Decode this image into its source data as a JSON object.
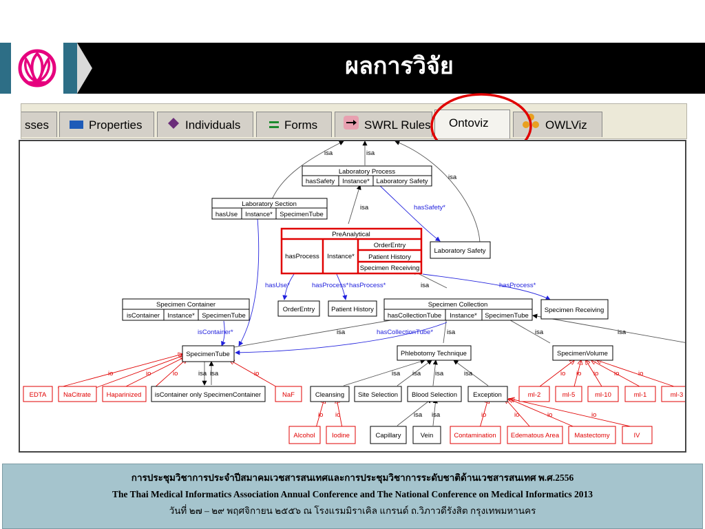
{
  "header": {
    "title": "ผลการวิจัย"
  },
  "tabs": [
    {
      "label": "sses",
      "icon": "none"
    },
    {
      "label": "Properties",
      "icon": "blue-square-icon"
    },
    {
      "label": "Individuals",
      "icon": "purple-diamond-icon"
    },
    {
      "label": "Forms",
      "icon": "green-bars-icon"
    },
    {
      "label": "SWRL Rules",
      "icon": "arrow-icon"
    },
    {
      "label": "Ontoviz",
      "icon": "none"
    },
    {
      "label": "OWLViz",
      "icon": "owlviz-icon"
    }
  ],
  "colors": {
    "highlight": "#e00000",
    "edge_blue": "#2222dd",
    "header_bg": "#000000",
    "accent": "#2d6e86",
    "footer_bg": "#a5c4cd"
  },
  "nodes": {
    "laboratory_process": {
      "title": "Laboratory Process",
      "c1": "hasSafety",
      "c2": "Instance*",
      "c3": "Laboratory Safety"
    },
    "laboratory_section": {
      "title": "Laboratory Section",
      "c1": "hasUse",
      "c2": "Instance*",
      "c3": "SpecimenTube"
    },
    "preanalytical": {
      "title": "PreAnalytical",
      "c1": "hasProcess",
      "c2": "Instance*",
      "v1": "OrderEntry",
      "v2": "Patient History",
      "v3": "Specimen Receiving"
    },
    "laboratory_safety": "Laboratory Safety",
    "specimen_container": {
      "title": "Specimen Container",
      "c1": "isContainer",
      "c2": "Instance*",
      "c3": "SpecimenTube"
    },
    "order_entry": "OrderEntry",
    "patient_history": "Patient History",
    "specimen_collection": {
      "title": "Specimen Collection",
      "c1": "hasCollectionTube",
      "c2": "Instance*",
      "c3": "SpecimenTube"
    },
    "specimen_receiving": "Specimen Receiving",
    "specimen_tube": "SpecimenTube",
    "phlebotomy_technique": "Phlebotomy Technique",
    "specimen_volume": "SpecimenVolume",
    "edta": "EDTA",
    "na_citrate": "NaCitrate",
    "haparinized": "Haparinized",
    "is_container_only": "isContainer only  SpecimenContainer",
    "naf": "NaF",
    "cleansing": "Cleansing",
    "site_selection": "Site Selection",
    "blood_selection": "Blood Selection",
    "exception": "Exception",
    "ml2": "ml-2",
    "ml5": "ml-5",
    "ml10": "ml-10",
    "ml1": "ml-1",
    "ml3": "ml-3",
    "alcohol": "Alcohol",
    "iodine": "Iodine",
    "capillary": "Capillary",
    "vein": "Vein",
    "contamination": "Contamination",
    "edematous_area": "Edematous Area",
    "mastectomy": "Mastectomy",
    "iv": "IV"
  },
  "edges": {
    "isa": "isa",
    "io": "io",
    "has_safety": "hasSafety*",
    "has_use": "hasUse*",
    "has_process": "hasProcess*",
    "is_container": "isContainer*",
    "has_collection_tube": "hasCollectionTube*"
  },
  "footer": {
    "line1": "การประชุมวิชาการประจำปีสมาคมเวชสารสนเทศและการประชุมวิชาการระดับชาติด้านเวชสารสนเทศ พ.ศ.2556",
    "line2": "The Thai Medical Informatics Association Annual Conference and The National Conference on Medical Informatics 2013",
    "line3": "วันที่ ๒๗ – ๒๙ พฤศจิกายน ๒๕๕๖ ณ โรงแรมมิราเคิล แกรนด์ ถ.วิภาวดีรังสิต กรุงเทพมหานคร"
  }
}
